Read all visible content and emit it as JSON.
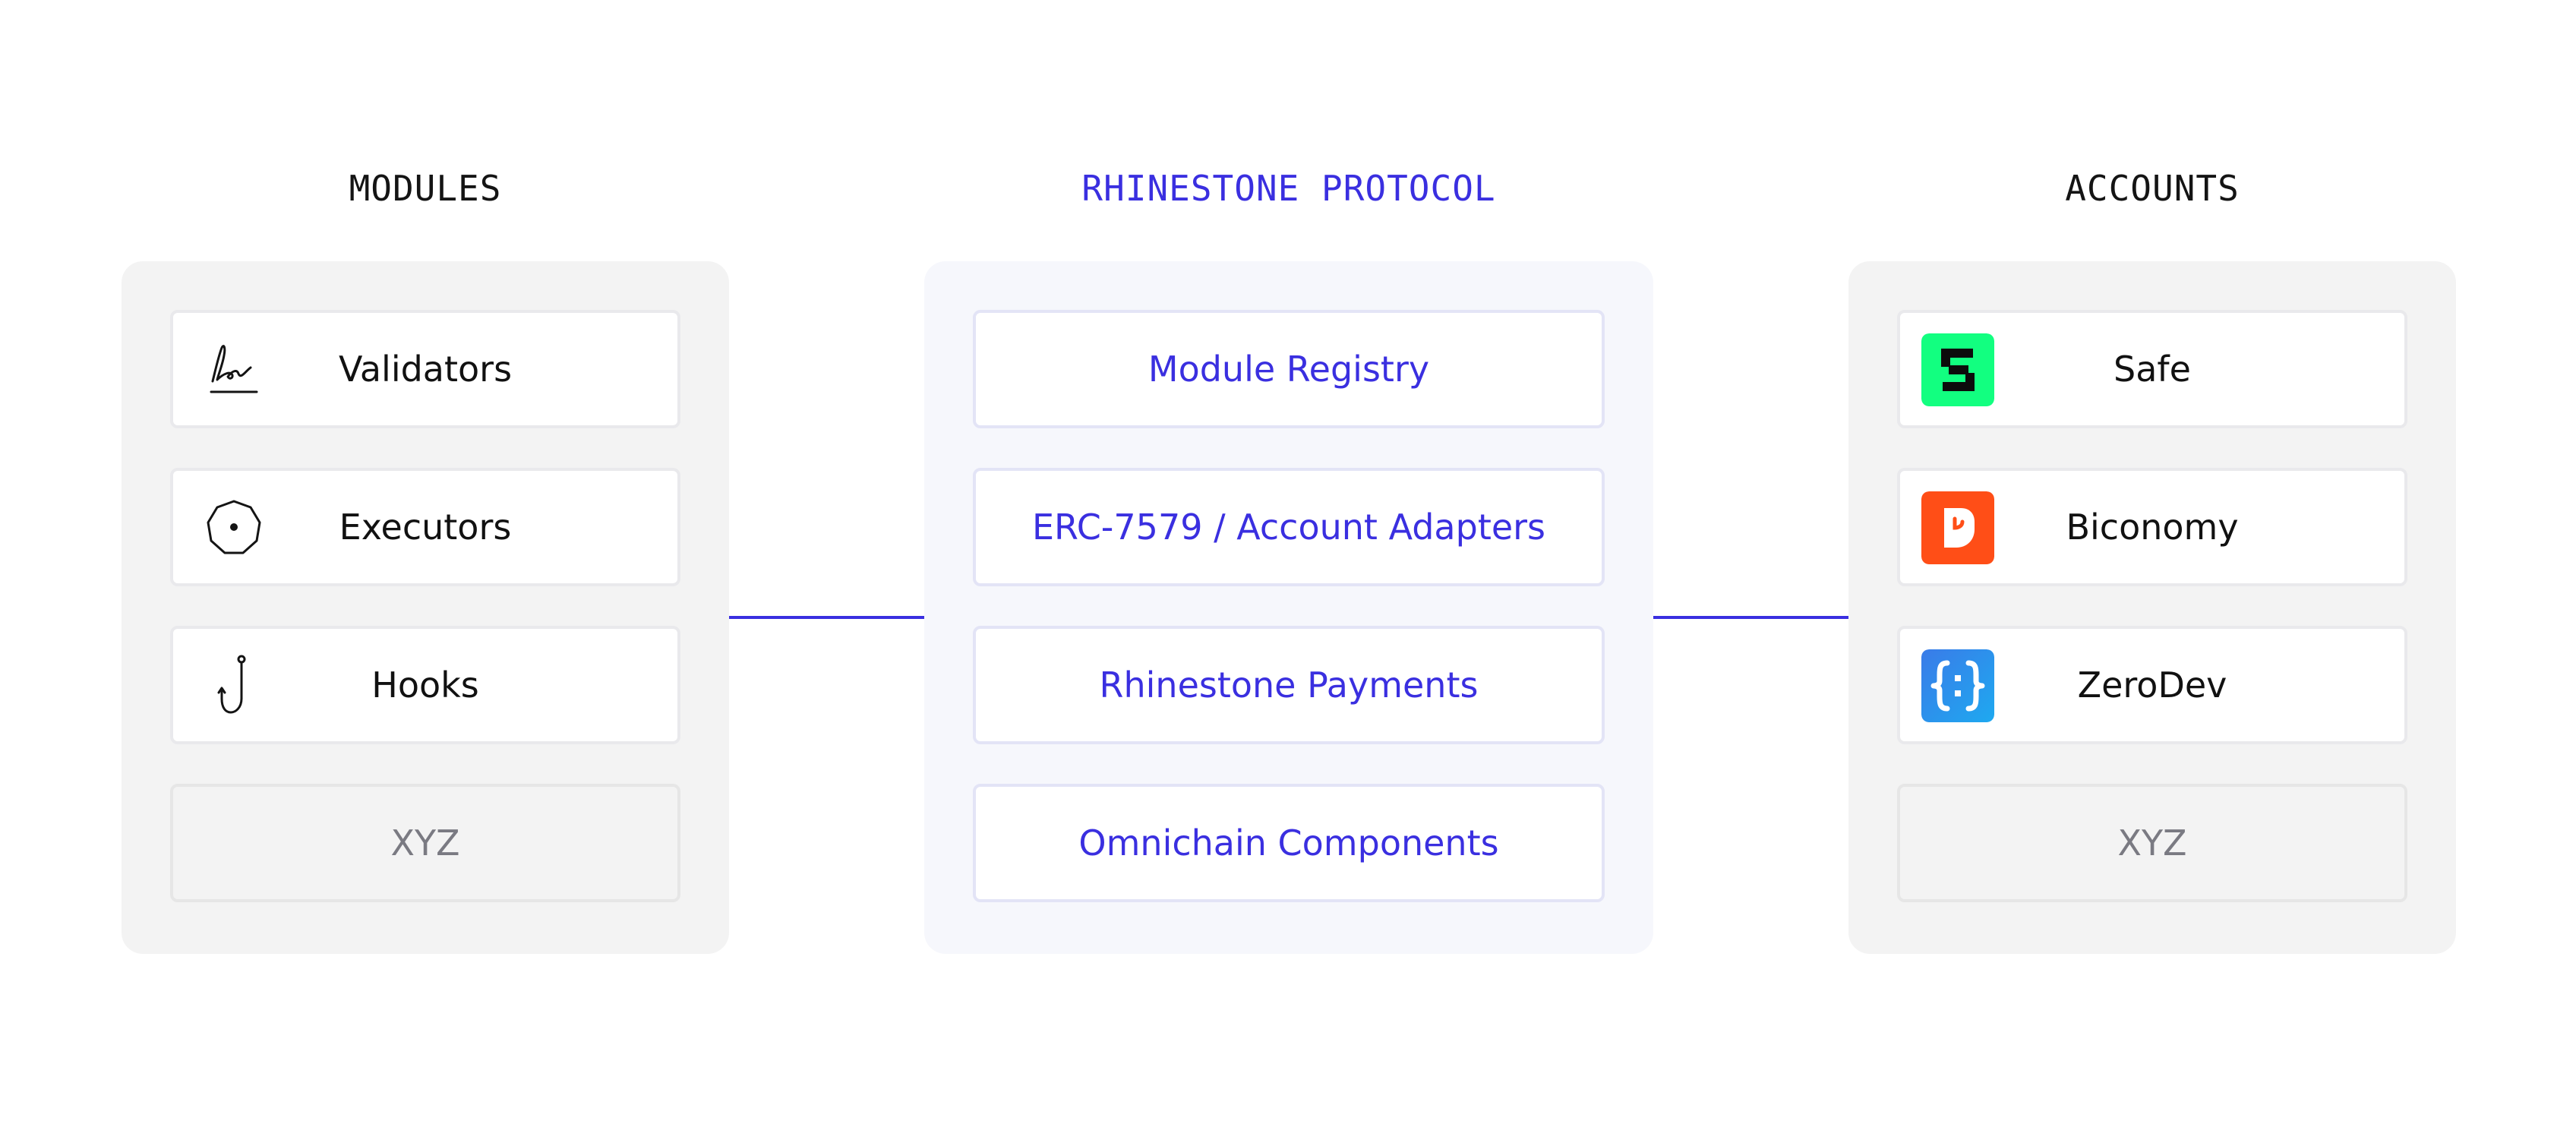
{
  "modules": {
    "title": "MODULES",
    "items": [
      {
        "label": "Validators",
        "icon": "signature-icon"
      },
      {
        "label": "Executors",
        "icon": "octagon-dot-icon"
      },
      {
        "label": "Hooks",
        "icon": "hook-icon"
      },
      {
        "label": "XYZ"
      }
    ]
  },
  "protocol": {
    "title": "RHINESTONE PROTOCOL",
    "items": [
      {
        "label": "Module Registry"
      },
      {
        "label": "ERC-7579 / Account Adapters"
      },
      {
        "label": "Rhinestone Payments"
      },
      {
        "label": "Omnichain Components"
      }
    ]
  },
  "accounts": {
    "title": "ACCOUNTS",
    "items": [
      {
        "label": "Safe",
        "icon": "safe-logo-icon"
      },
      {
        "label": "Biconomy",
        "icon": "biconomy-logo-icon"
      },
      {
        "label": "ZeroDev",
        "icon": "zerodev-logo-icon"
      },
      {
        "label": "XYZ"
      }
    ]
  },
  "colors": {
    "accent": "#3a2fe0",
    "panel": "#f3f3f3",
    "protocol_panel": "#f6f7fc",
    "safe": "#12ff80",
    "biconomy": "#ff4e17",
    "zerodev": "#2b8cf0"
  }
}
